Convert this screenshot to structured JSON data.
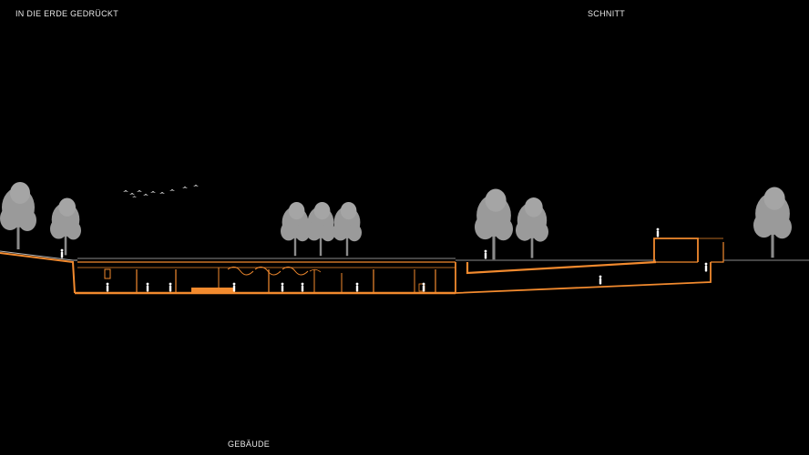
{
  "header": {
    "left_title": "IN DIE ERDE GEDRÜCKT",
    "right_title": "SCHNITT"
  },
  "footer": {
    "caption": "GEBÄUDE"
  },
  "colors": {
    "background": "#000000",
    "structure": "#f28a2e",
    "ground_line": "#b8b8b8",
    "tree": "#9a9a9a",
    "figure": "#ffffff",
    "text": "#e8e8e8"
  },
  "icons": [
    "tree-icon",
    "person-icon",
    "bird-icon"
  ]
}
